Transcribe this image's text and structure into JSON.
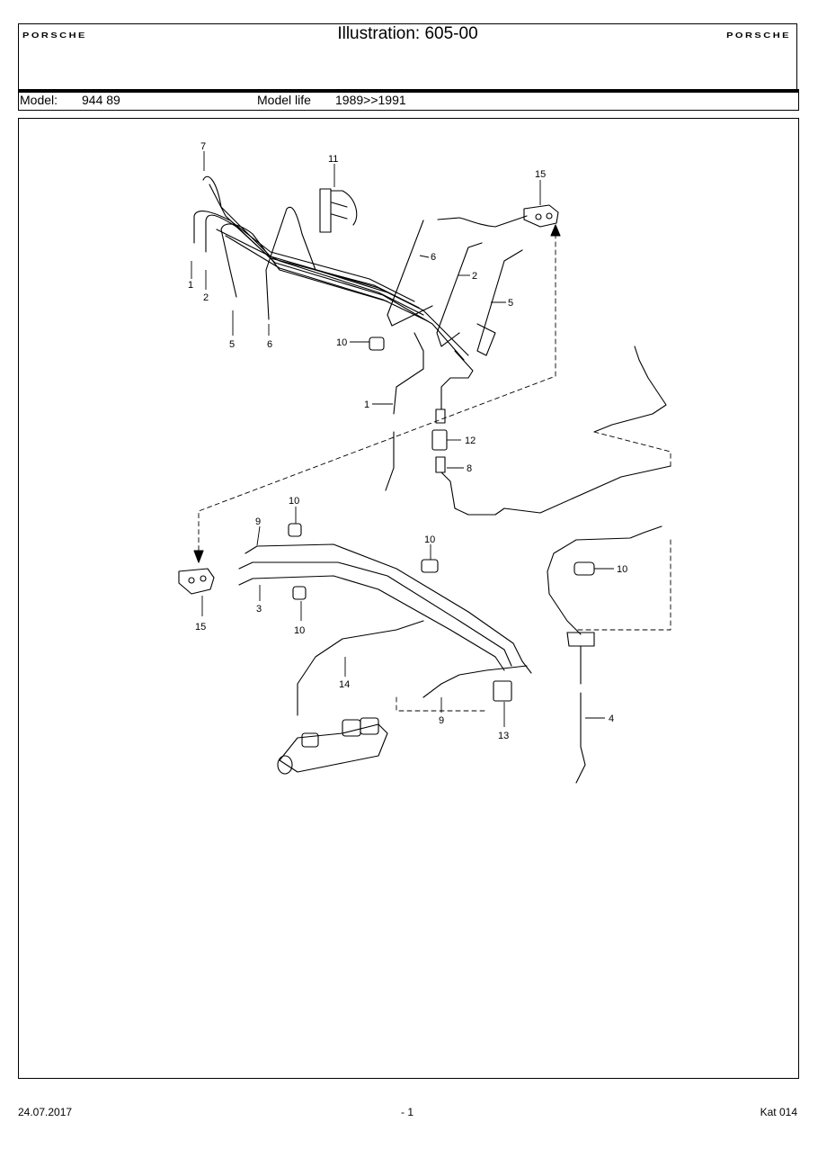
{
  "header": {
    "logo_left": "PORSCHE",
    "logo_right": "PORSCHE",
    "title": "Illustration: 605-00"
  },
  "model": {
    "model_label": "Model:",
    "model_value": "944 89",
    "life_label": "Model life",
    "life_value": "1989>>1991"
  },
  "drawing": {
    "callouts": {
      "c7": "7",
      "c11": "11",
      "c15a": "15",
      "c1a": "1",
      "c2a": "2",
      "c5a": "5",
      "c6a": "6",
      "c6b": "6",
      "c2b": "2",
      "c5b": "5",
      "c10a": "10",
      "c1b": "1",
      "c12": "12",
      "c8": "8",
      "c10b": "10",
      "c9a": "9",
      "c10c": "10",
      "c15b": "15",
      "c3": "3",
      "c10d": "10",
      "c10e": "10",
      "c14": "14",
      "c9b": "9",
      "c13": "13",
      "c4": "4"
    }
  },
  "footer": {
    "date": "24.07.2017",
    "page": "- 1",
    "catalog": "Kat 014"
  }
}
